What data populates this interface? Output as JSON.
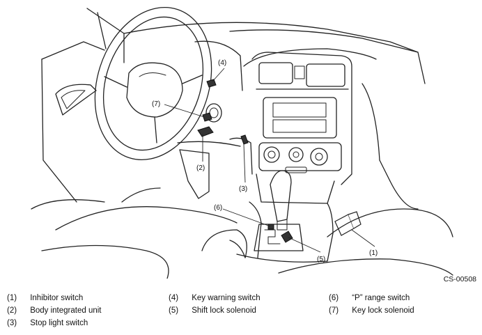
{
  "figure": {
    "code": "CS-00508",
    "callouts": {
      "c1": "(1)",
      "c2": "(2)",
      "c3": "(3)",
      "c4": "(4)",
      "c5": "(5)",
      "c6": "(6)",
      "c7": "(7)"
    }
  },
  "legend": [
    {
      "num": "(1)",
      "label": "Inhibitor switch"
    },
    {
      "num": "(2)",
      "label": "Body integrated unit"
    },
    {
      "num": "(3)",
      "label": "Stop light switch"
    },
    {
      "num": "(4)",
      "label": "Key warning switch"
    },
    {
      "num": "(5)",
      "label": "Shift lock solenoid"
    },
    {
      "num": "(6)",
      "label": "“P” range switch"
    },
    {
      "num": "(7)",
      "label": "Key lock solenoid"
    }
  ]
}
